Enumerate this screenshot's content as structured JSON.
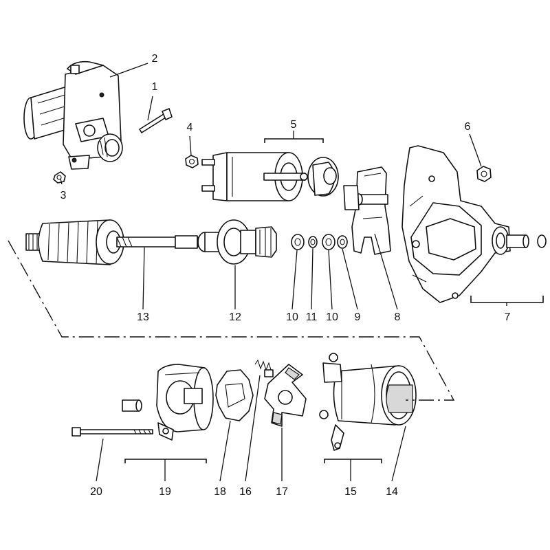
{
  "callouts": [
    {
      "id": "c1",
      "text": "1"
    },
    {
      "id": "c2",
      "text": "2"
    },
    {
      "id": "c3",
      "text": "3"
    },
    {
      "id": "c4",
      "text": "4"
    },
    {
      "id": "c5",
      "text": "5"
    },
    {
      "id": "c6",
      "text": "6"
    },
    {
      "id": "c7",
      "text": "7"
    },
    {
      "id": "c8",
      "text": "8"
    },
    {
      "id": "c9",
      "text": "9"
    },
    {
      "id": "c10a",
      "text": "10"
    },
    {
      "id": "c11",
      "text": "11"
    },
    {
      "id": "c10b",
      "text": "10"
    },
    {
      "id": "c12",
      "text": "12"
    },
    {
      "id": "c13",
      "text": "13"
    },
    {
      "id": "c14",
      "text": "14"
    },
    {
      "id": "c15",
      "text": "15"
    },
    {
      "id": "c16",
      "text": "16"
    },
    {
      "id": "c17",
      "text": "17"
    },
    {
      "id": "c18",
      "text": "18"
    },
    {
      "id": "c19",
      "text": "19"
    },
    {
      "id": "c20",
      "text": "20"
    }
  ]
}
